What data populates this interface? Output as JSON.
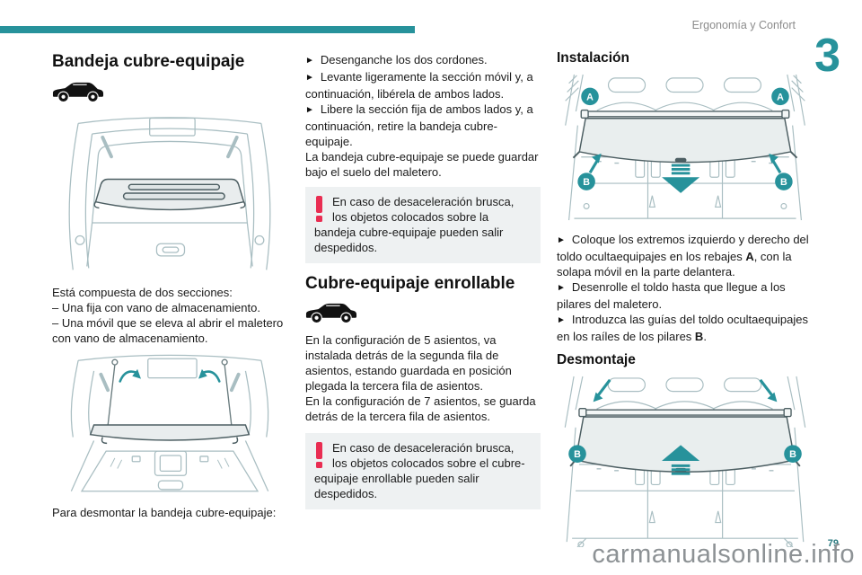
{
  "header": {
    "section_title": "Ergonomía y Confort",
    "chapter_number": "3"
  },
  "colors": {
    "accent_teal": "#27929b",
    "warning_red": "#e92d52"
  },
  "icons": {
    "bullet": "►",
    "car": "car-side-icon",
    "warning": "exclamation-icon"
  },
  "left": {
    "title": "Bandeja cubre-equipaje",
    "intro": "Está compuesta de dos secciones:",
    "list": [
      "–  Una fija con vano de almacenamiento.",
      "–  Una móvil que se eleva al abrir el maletero con vano de almacenamiento."
    ],
    "outro": "Para desmontar la bandeja cubre-equipaje:"
  },
  "middle": {
    "bullets": [
      "Desenganche los dos cordones.",
      "Levante ligeramente la sección móvil y, a continuación, libérela de ambos lados.",
      "Libere la sección fija de ambos lados y, a continuación, retire la bandeja cubre-equipaje."
    ],
    "note": "La bandeja cubre-equipaje se puede guardar bajo el suelo del maletero.",
    "warning1": "En caso de desaceleración brusca, los objetos colocados sobre la bandeja cubre-equipaje pueden salir despedidos.",
    "title2": "Cubre-equipaje enrollable",
    "para1": "En la configuración de 5 asientos, va instalada detrás de la segunda fila de asientos, estando guardada en posición plegada la tercera fila de asientos.",
    "para2": "En la configuración de 7 asientos, se guarda detrás de la tercera fila de asientos.",
    "warning2": "En caso de desaceleración brusca, los objetos colocados sobre el cubre-equipaje enrollable pueden salir despedidos."
  },
  "right": {
    "install_title": "Instalación",
    "bullets": [
      {
        "pre": "Coloque los extremos izquierdo y derecho del toldo ocultaequipajes en los rebajes ",
        "bold": "A",
        "post": ", con la solapa móvil en la parte delantera."
      },
      {
        "pre": "Desenrolle el toldo hasta que llegue a los pilares del maletero.",
        "bold": "",
        "post": ""
      },
      {
        "pre": "Introduzca las guías del toldo ocultaequipajes en los raíles de los pilares ",
        "bold": "B",
        "post": "."
      }
    ],
    "remove_title": "Desmontaje",
    "labels": {
      "a": "A",
      "b": "B"
    }
  },
  "footer": {
    "watermark": "carmanualsonline.info",
    "page_number": "79"
  }
}
